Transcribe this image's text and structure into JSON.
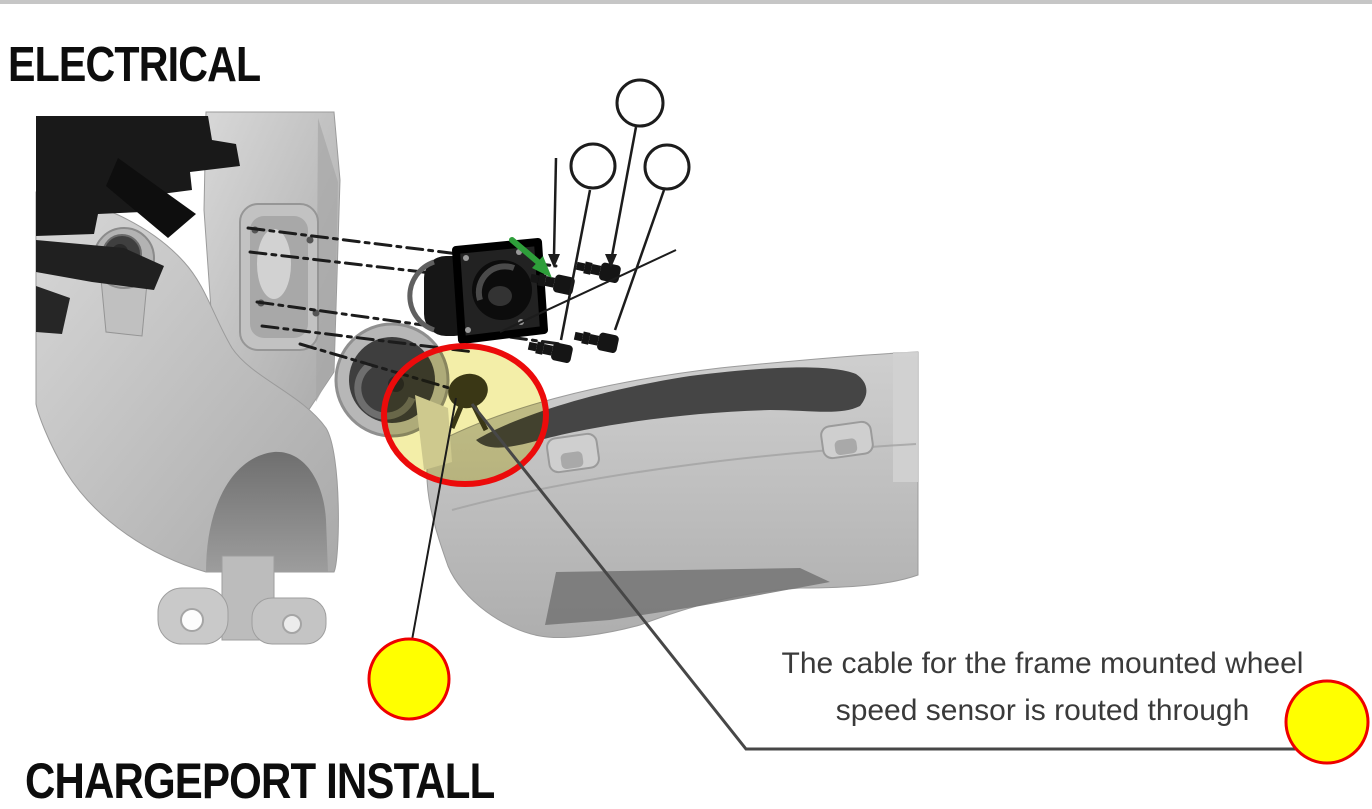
{
  "page": {
    "section_heading": "ELECTRICAL",
    "subsection_heading": "CHARGEPORT INSTALL"
  },
  "annotation": {
    "line1": "The cable for the frame mounted wheel",
    "line2": "speed sensor is routed through"
  },
  "figure": {
    "callout_circle_count": 3,
    "screw_count": 4,
    "colors": {
      "marker_yellow": "#ffff00",
      "marker_outline_red": "#ee0000",
      "highlight_ellipse_red": "#ec0b0b",
      "highlight_fill_yellow": "#f2ec9f",
      "arrow_green": "#2e9e3a",
      "frame_gray": "#c4c4c4",
      "protector_dark": "#454545",
      "part_black": "#1b1b1b"
    }
  }
}
